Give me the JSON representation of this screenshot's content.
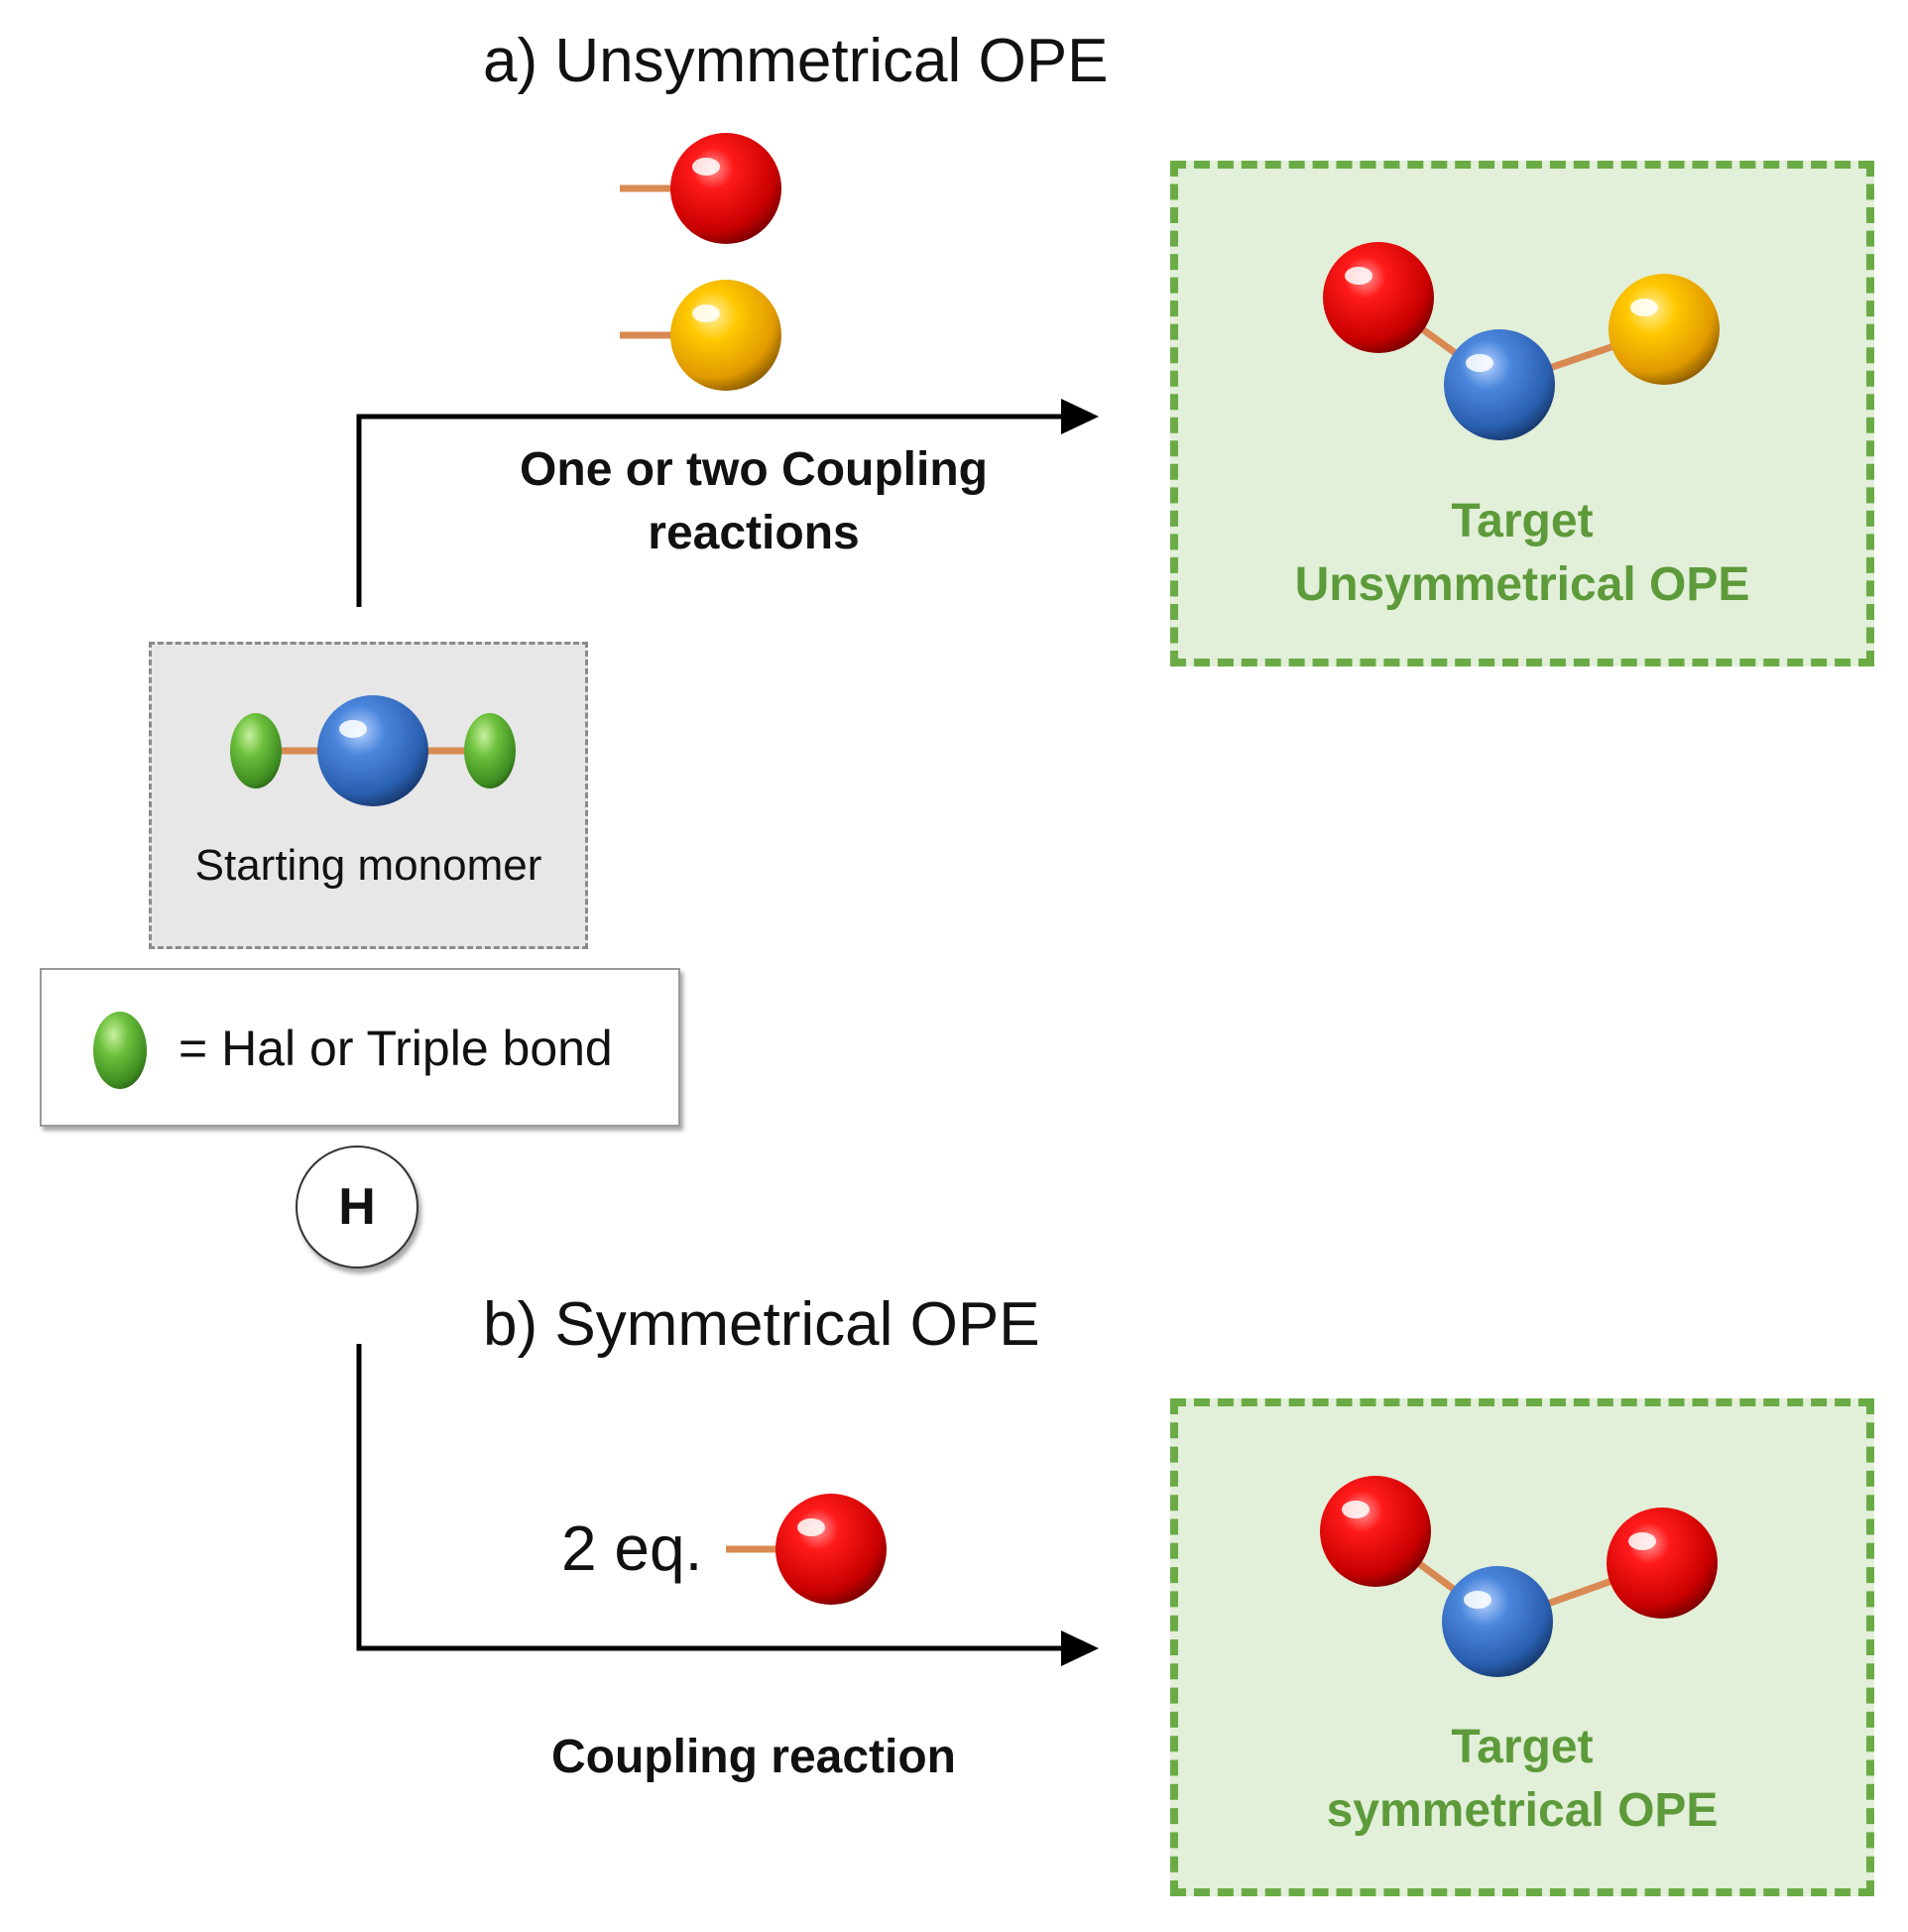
{
  "section_a": {
    "title": "a) Unsymmetrical OPE",
    "reagents": [
      {
        "name": "red-ball",
        "color": "#e00000"
      },
      {
        "name": "yellow-ball",
        "color": "#f2b800"
      }
    ],
    "arrow_label": [
      "One or two Coupling",
      "reactions"
    ],
    "target": {
      "label": [
        "Target",
        "Unsymmetrical OPE"
      ],
      "balls": [
        "#e00000",
        "#2f6fcb",
        "#f2b800"
      ]
    }
  },
  "monomer": {
    "label": "Starting monomer",
    "core_color": "#2f6fcb",
    "end_color": "#58b030"
  },
  "legend": {
    "text": "= Hal or Triple bond",
    "icon": "green-ellipse-icon"
  },
  "h_badge": {
    "text": "H"
  },
  "section_b": {
    "title": "b) Symmetrical OPE",
    "reagent_text": "2 eq.",
    "reagent_color": "#e00000",
    "arrow_label": "Coupling reaction",
    "target": {
      "label": [
        "Target",
        "symmetrical OPE"
      ],
      "balls": [
        "#e00000",
        "#2f6fcb",
        "#e00000"
      ]
    }
  },
  "colors": {
    "red": "#e00000",
    "blue": "#2f6fcb",
    "yellow": "#f2b800",
    "green": "#58b030",
    "bond": "#d98a52",
    "box_green": "#6aab45",
    "box_fill": "#e2efd9"
  }
}
